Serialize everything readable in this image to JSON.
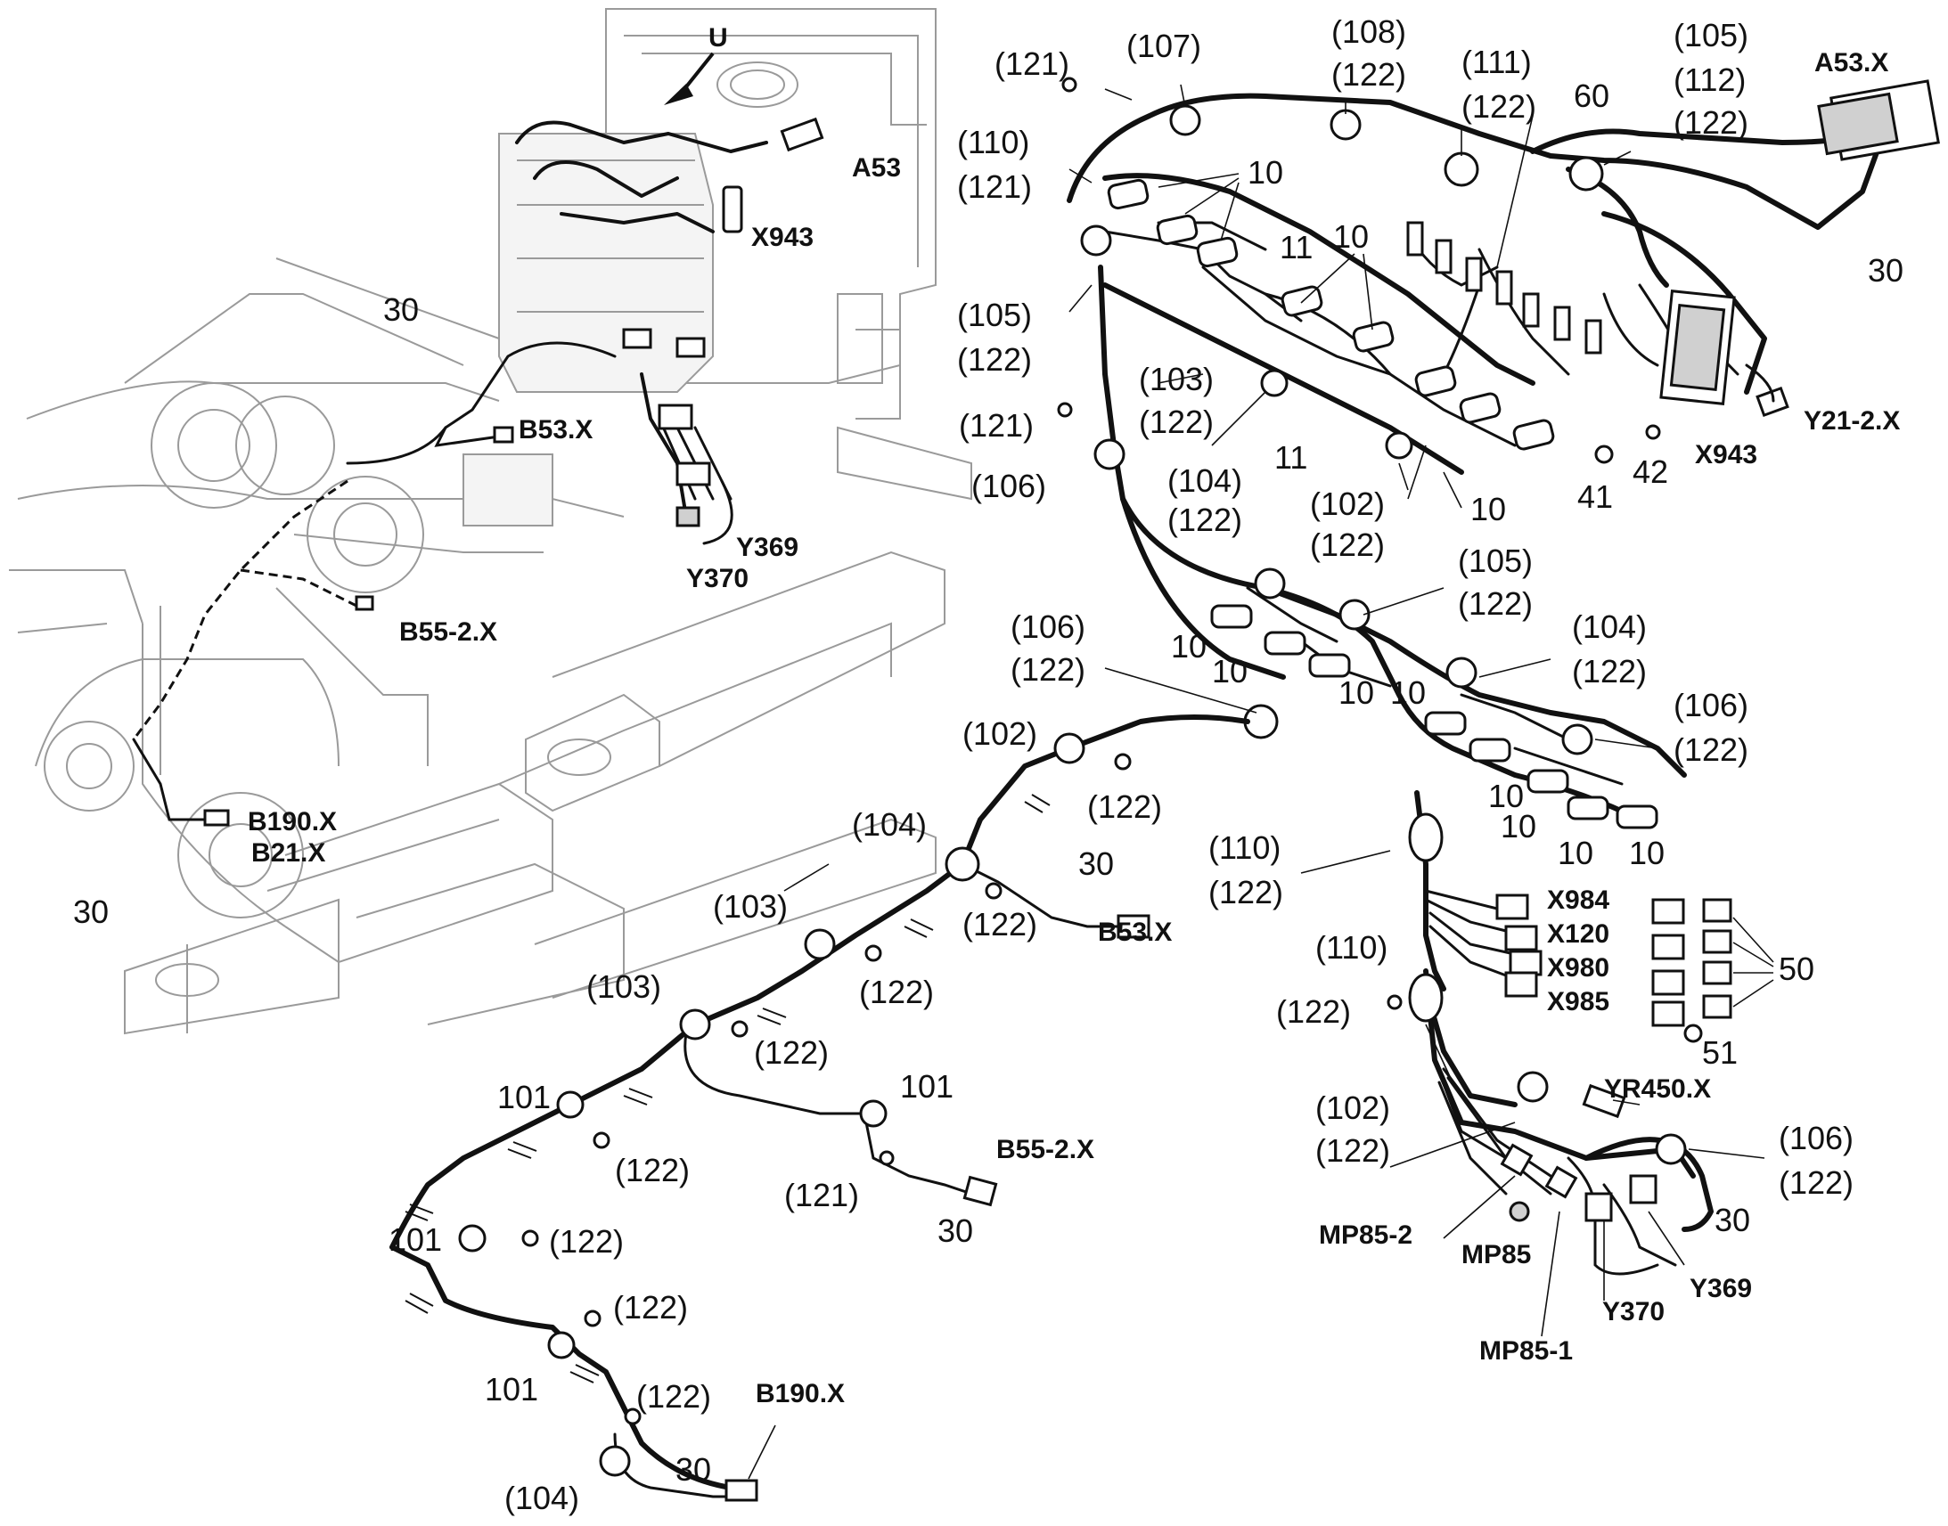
{
  "parts": {
    "p10": "10",
    "p11": "11",
    "p30": "30",
    "p41": "41",
    "p42": "42",
    "p50": "50",
    "p51": "51",
    "p60": "60",
    "p101": "101",
    "p102": "(102)",
    "p103": "(103)",
    "p104": "(104)",
    "p105": "(105)",
    "p106": "(106)",
    "p107": "(107)",
    "p108": "(108)",
    "p110": "(110)",
    "p111": "(111)",
    "p112": "(112)",
    "p121": "(121)",
    "p122": "(122)"
  },
  "connectors": {
    "A53": "A53",
    "A53X": "A53.X",
    "X943": "X943",
    "Y21_2X": "Y21-2.X",
    "B53X": "B53.X",
    "B55_2X": "B55-2.X",
    "B190X": "B190.X",
    "B21X": "B21.X",
    "Y369": "Y369",
    "Y370": "Y370",
    "X984": "X984",
    "X120": "X120",
    "X980": "X980",
    "X985": "X985",
    "YR450X": "YR450.X",
    "MP85": "MP85",
    "MP85_1": "MP85-1",
    "MP85_2": "MP85-2",
    "U": "U"
  }
}
